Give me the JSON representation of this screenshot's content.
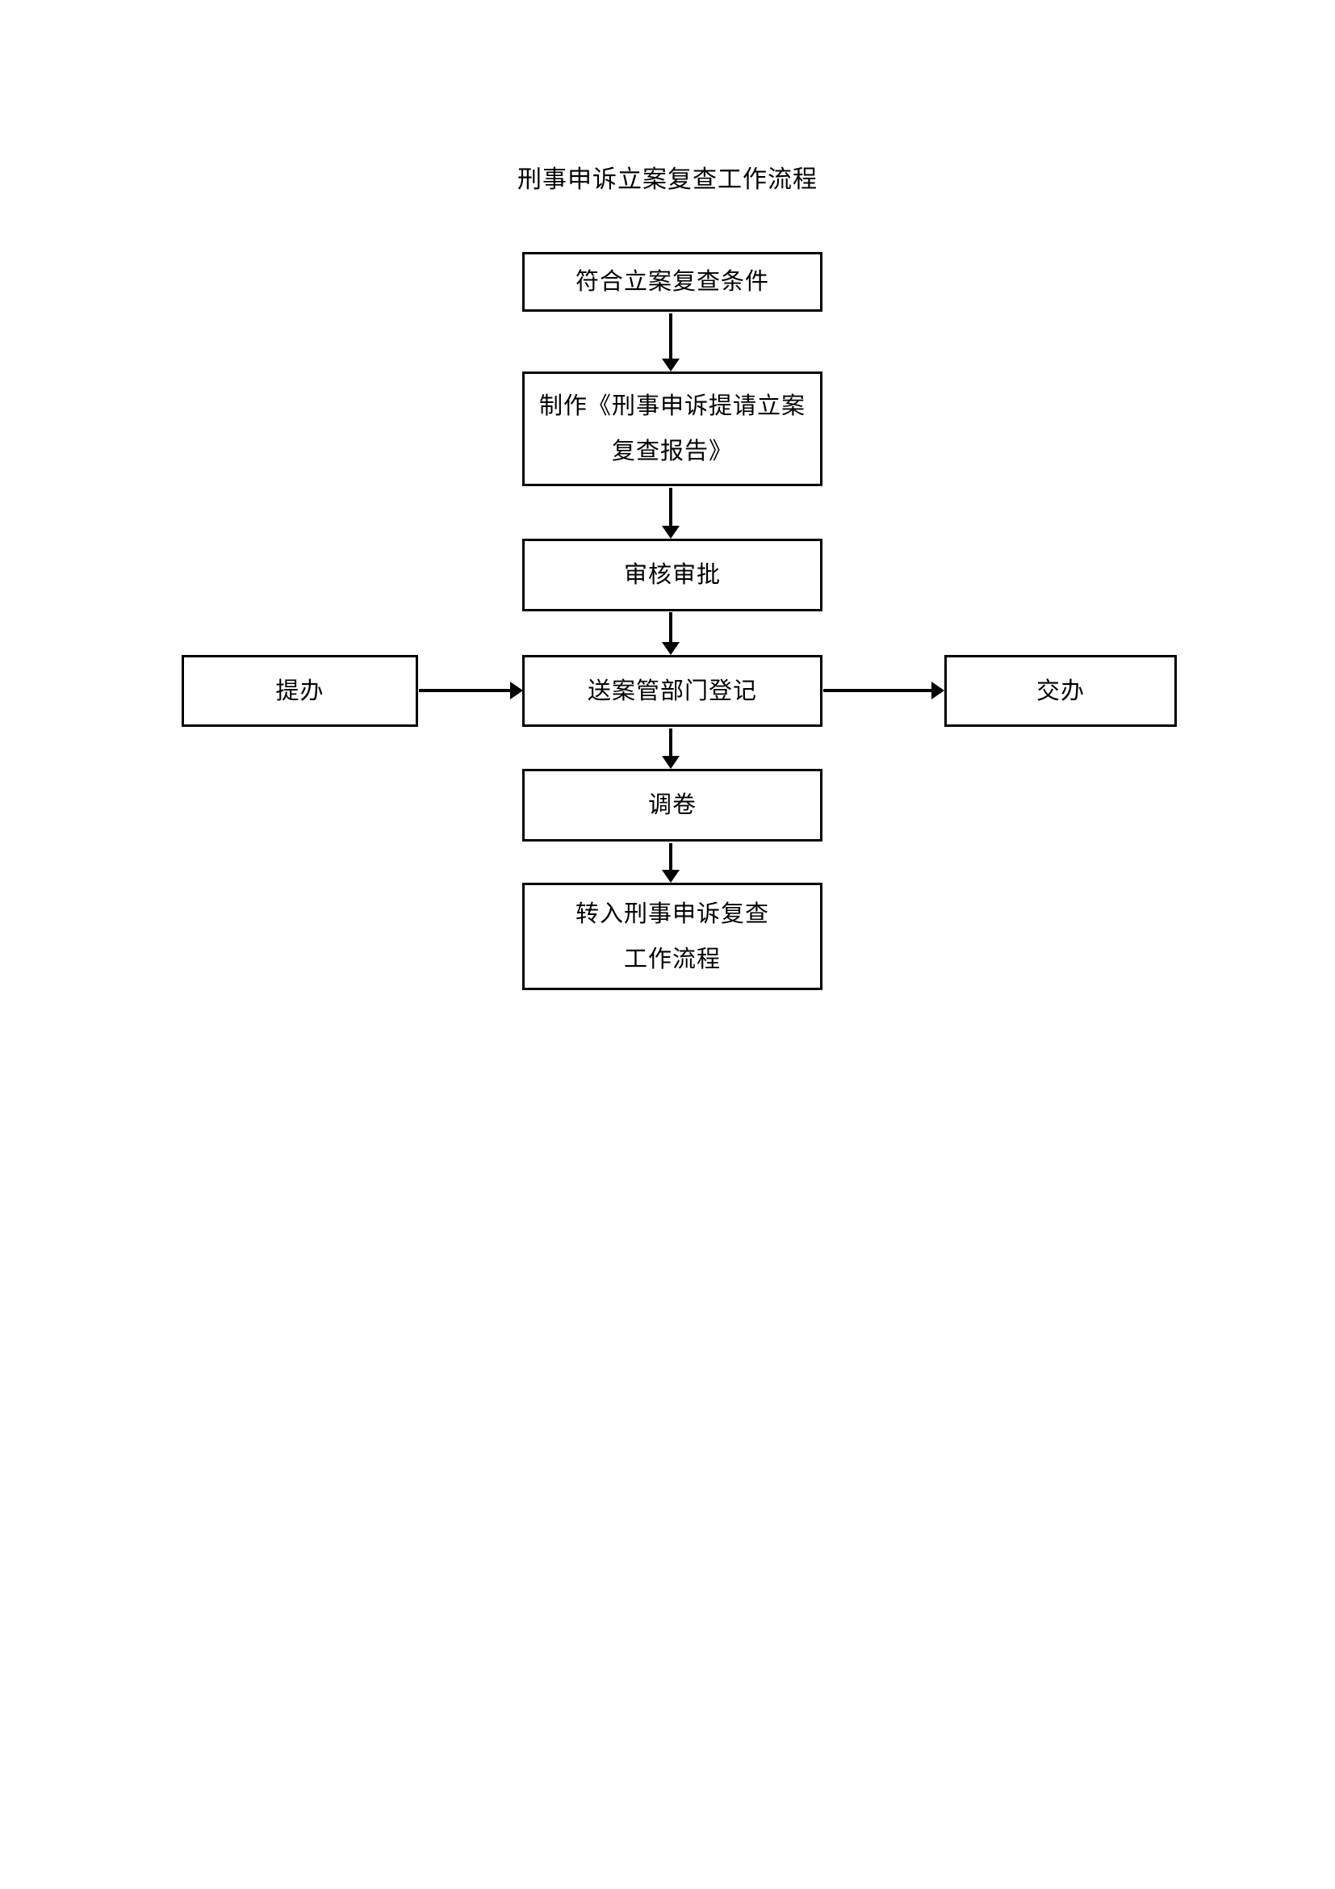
{
  "page": {
    "title": "刑事申诉立案复查工作流程",
    "background": "#ffffff",
    "line_color": "#000000"
  },
  "flowchart": {
    "nodes": {
      "eligible": {
        "label": "符合立案复查条件"
      },
      "report": {
        "label": "制作《刑事申诉提请立案\n复查报告》"
      },
      "review": {
        "label": "审核审批"
      },
      "tiban": {
        "label": "提办"
      },
      "register": {
        "label": "送案管部门登记"
      },
      "jiaoban": {
        "label": "交办"
      },
      "retrieve": {
        "label": "调卷"
      },
      "transfer": {
        "label": "转入刑事申诉复查\n工作流程"
      }
    },
    "edges": [
      {
        "from": "eligible",
        "to": "report",
        "direction": "down"
      },
      {
        "from": "report",
        "to": "review",
        "direction": "down"
      },
      {
        "from": "review",
        "to": "register",
        "direction": "down"
      },
      {
        "from": "tiban",
        "to": "register",
        "direction": "right"
      },
      {
        "from": "register",
        "to": "jiaoban",
        "direction": "right"
      },
      {
        "from": "register",
        "to": "retrieve",
        "direction": "down"
      },
      {
        "from": "retrieve",
        "to": "transfer",
        "direction": "down"
      }
    ]
  }
}
